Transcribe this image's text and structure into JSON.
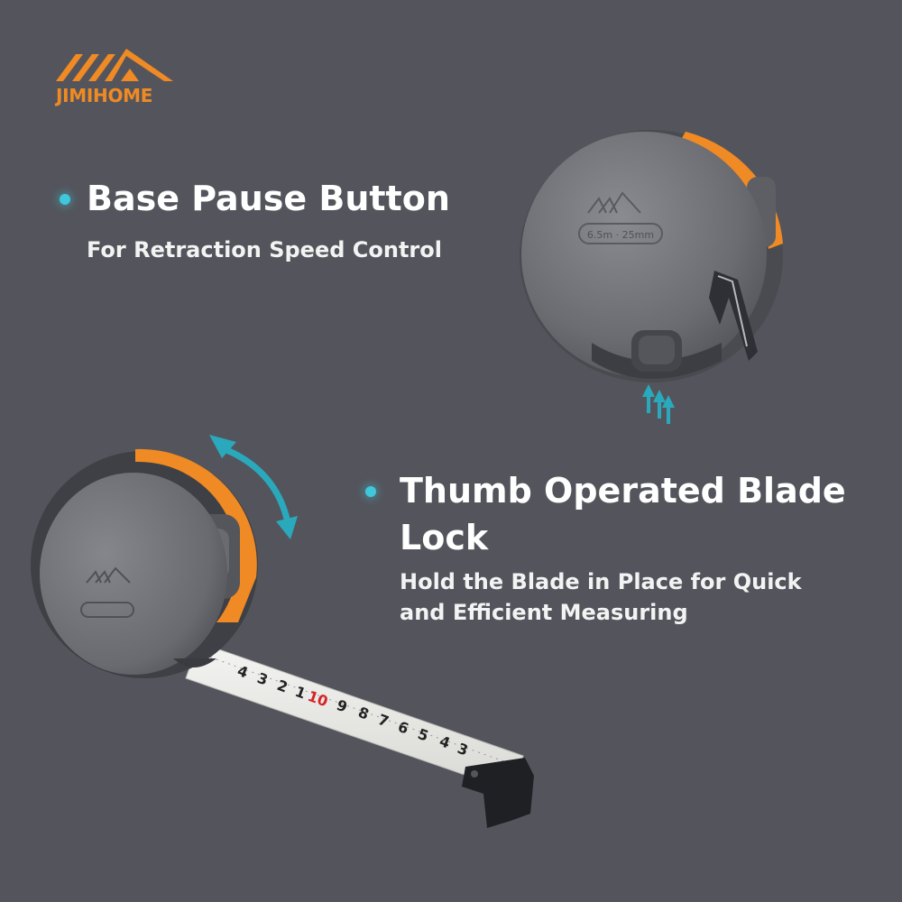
{
  "brand": {
    "name": "JIMIHOME",
    "accent_color": "#f08a24",
    "icon": "mountain-roof-logo"
  },
  "features": [
    {
      "title": "Base Pause Button",
      "subtitle": "For Retraction Speed Control"
    },
    {
      "title_line1": "Thumb Operated Blade",
      "title_line2": "Lock",
      "subtitle_line1": "Hold the Blade in Place for Quick",
      "subtitle_line2": "and Efficient Measuring"
    }
  ],
  "product": {
    "case_label": "6.5m · 25mm",
    "tape_numbers": [
      "4",
      "3",
      "2",
      "1",
      "10",
      "9",
      "8",
      "7",
      "6",
      "5",
      "4",
      "3"
    ]
  },
  "colors": {
    "background": "#54555c",
    "bullet": "#3fc7dc",
    "arrow": "#2aa9bd",
    "case": "#76777c",
    "orange": "#f08a24"
  }
}
